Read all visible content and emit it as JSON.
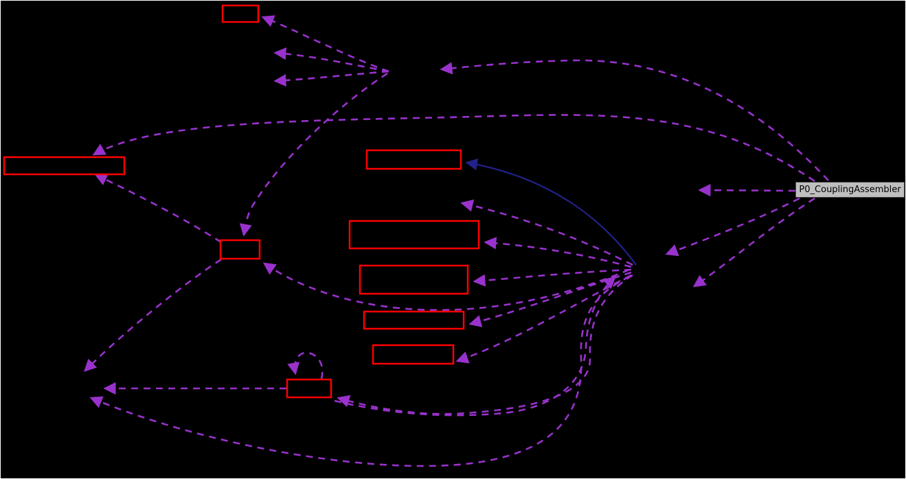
{
  "diagram": {
    "type": "collaboration-graph",
    "current_node": {
      "label": "P0_CouplingAssembler"
    },
    "colors": {
      "background": "#000000",
      "truncated_node_border": "#FF0000",
      "current_node_fill": "#BFBFBF",
      "current_node_text": "#000000",
      "dashed_edge": "#9932CC",
      "solid_edge": "#22228A",
      "page_border": "#FFFFFF"
    },
    "nodes": [
      {
        "id": "red-node-top",
        "label": ""
      },
      {
        "id": "red-node-left-wide",
        "label": ""
      },
      {
        "id": "red-node-mid-1",
        "label": ""
      },
      {
        "id": "red-node-mid-2",
        "label": ""
      },
      {
        "id": "red-node-mid-3",
        "label": ""
      },
      {
        "id": "red-node-mid-4",
        "label": ""
      },
      {
        "id": "red-node-mid-5",
        "label": ""
      },
      {
        "id": "red-node-small",
        "label": ""
      },
      {
        "id": "red-node-selfloop",
        "label": ""
      },
      {
        "id": "current-node",
        "label": "P0_CouplingAssembler"
      }
    ],
    "edge_style": {
      "dash": "10 8",
      "arrowhead": "filled-triangle"
    }
  }
}
